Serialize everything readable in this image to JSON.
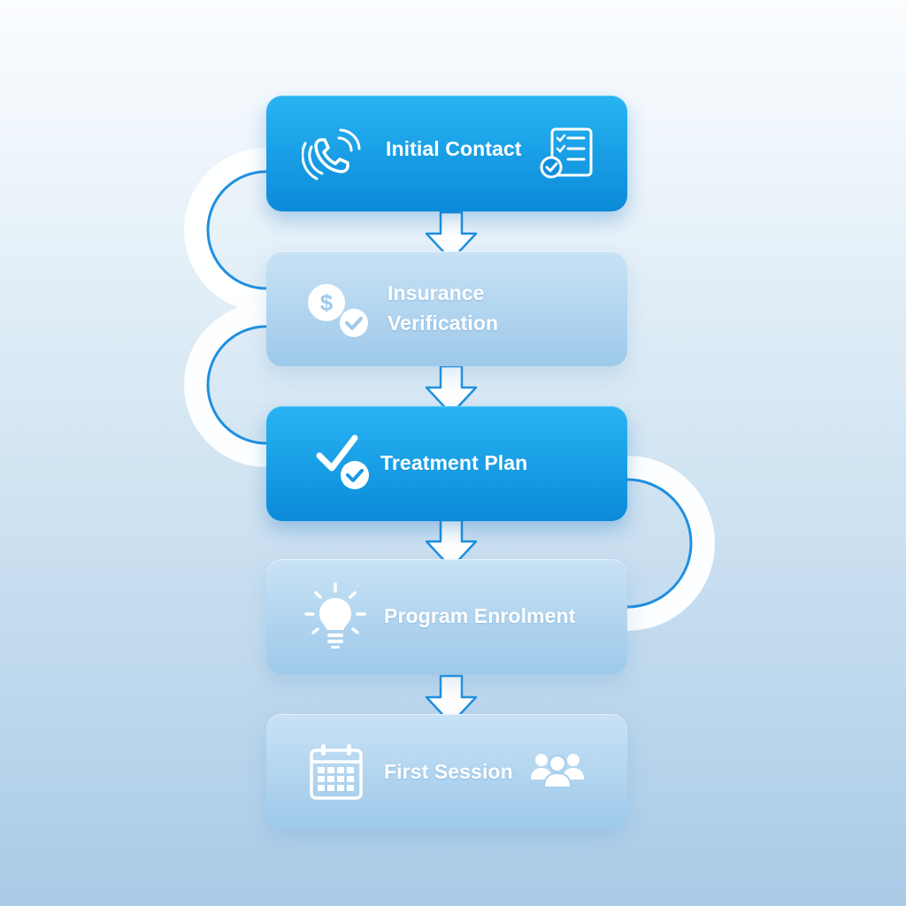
{
  "colors": {
    "primary_top": "#28b4f3",
    "primary_bottom": "#0b8ad8",
    "light_top": "#c8e2f5",
    "light_bottom": "#9ec9ea",
    "connector": "#1e90e0",
    "icon": "#ffffff"
  },
  "steps": [
    {
      "label": "Initial Contact",
      "style": "primary",
      "icons": [
        "phone-icon",
        "checklist-icon"
      ]
    },
    {
      "label": "Insurance\nVerification",
      "style": "light",
      "icons": [
        "dollar-check-icon"
      ]
    },
    {
      "label": "Treatment Plan",
      "style": "primary",
      "icons": [
        "double-check-icon"
      ]
    },
    {
      "label": "Program Enrolment",
      "style": "light",
      "icons": [
        "lightbulb-icon"
      ]
    },
    {
      "label": "First Session",
      "style": "light",
      "icons": [
        "calendar-icon",
        "group-icon"
      ]
    }
  ]
}
